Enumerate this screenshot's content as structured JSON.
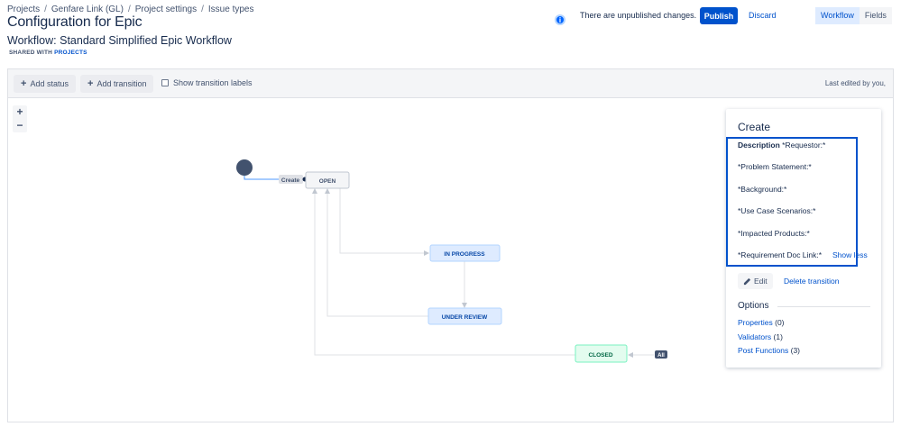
{
  "breadcrumb": [
    "Projects",
    "Genfare Link (GL)",
    "Project settings",
    "Issue types"
  ],
  "title": "Configuration for Epic",
  "workflow_name": "Workflow: Standard Simplified Epic Workflow",
  "shared": {
    "prefix": "SHARED WITH",
    "link": "PROJECTS"
  },
  "header": {
    "unpublished": "There are unpublished changes.",
    "publish": "Publish",
    "discard": "Discard",
    "views": [
      "Workflow",
      "Fields"
    ]
  },
  "toolbar": {
    "add_status": "Add status",
    "add_transition": "Add transition",
    "show_labels": "Show transition labels",
    "last_edited": "Last edited by you,"
  },
  "zoom": {
    "in": "+",
    "out": "−"
  },
  "diagram": {
    "create_label": "Create",
    "statuses": [
      "OPEN",
      "IN PROGRESS",
      "UNDER REVIEW",
      "CLOSED"
    ],
    "all_label": "All",
    "colors": {
      "start": "#42526e",
      "open": "#f4f5f7",
      "in_progress": "#deebff",
      "under_review": "#deebff",
      "closed": "#e3fcef",
      "closed_border": "#79f2c0"
    }
  },
  "panel": {
    "title": "Create",
    "description_label": "Description",
    "lines": [
      "*Requestor:*",
      "*Problem Statement:*",
      "*Background:*",
      "*Use Case Scenarios:*",
      "*Impacted Products:*",
      "*Requirement Doc Link:*"
    ],
    "show_less": "Show less",
    "edit": "Edit",
    "delete": "Delete transition",
    "options_title": "Options",
    "options": [
      {
        "label": "Properties",
        "count": "(0)"
      },
      {
        "label": "Validators",
        "count": "(1)"
      },
      {
        "label": "Post Functions",
        "count": "(3)"
      }
    ]
  }
}
